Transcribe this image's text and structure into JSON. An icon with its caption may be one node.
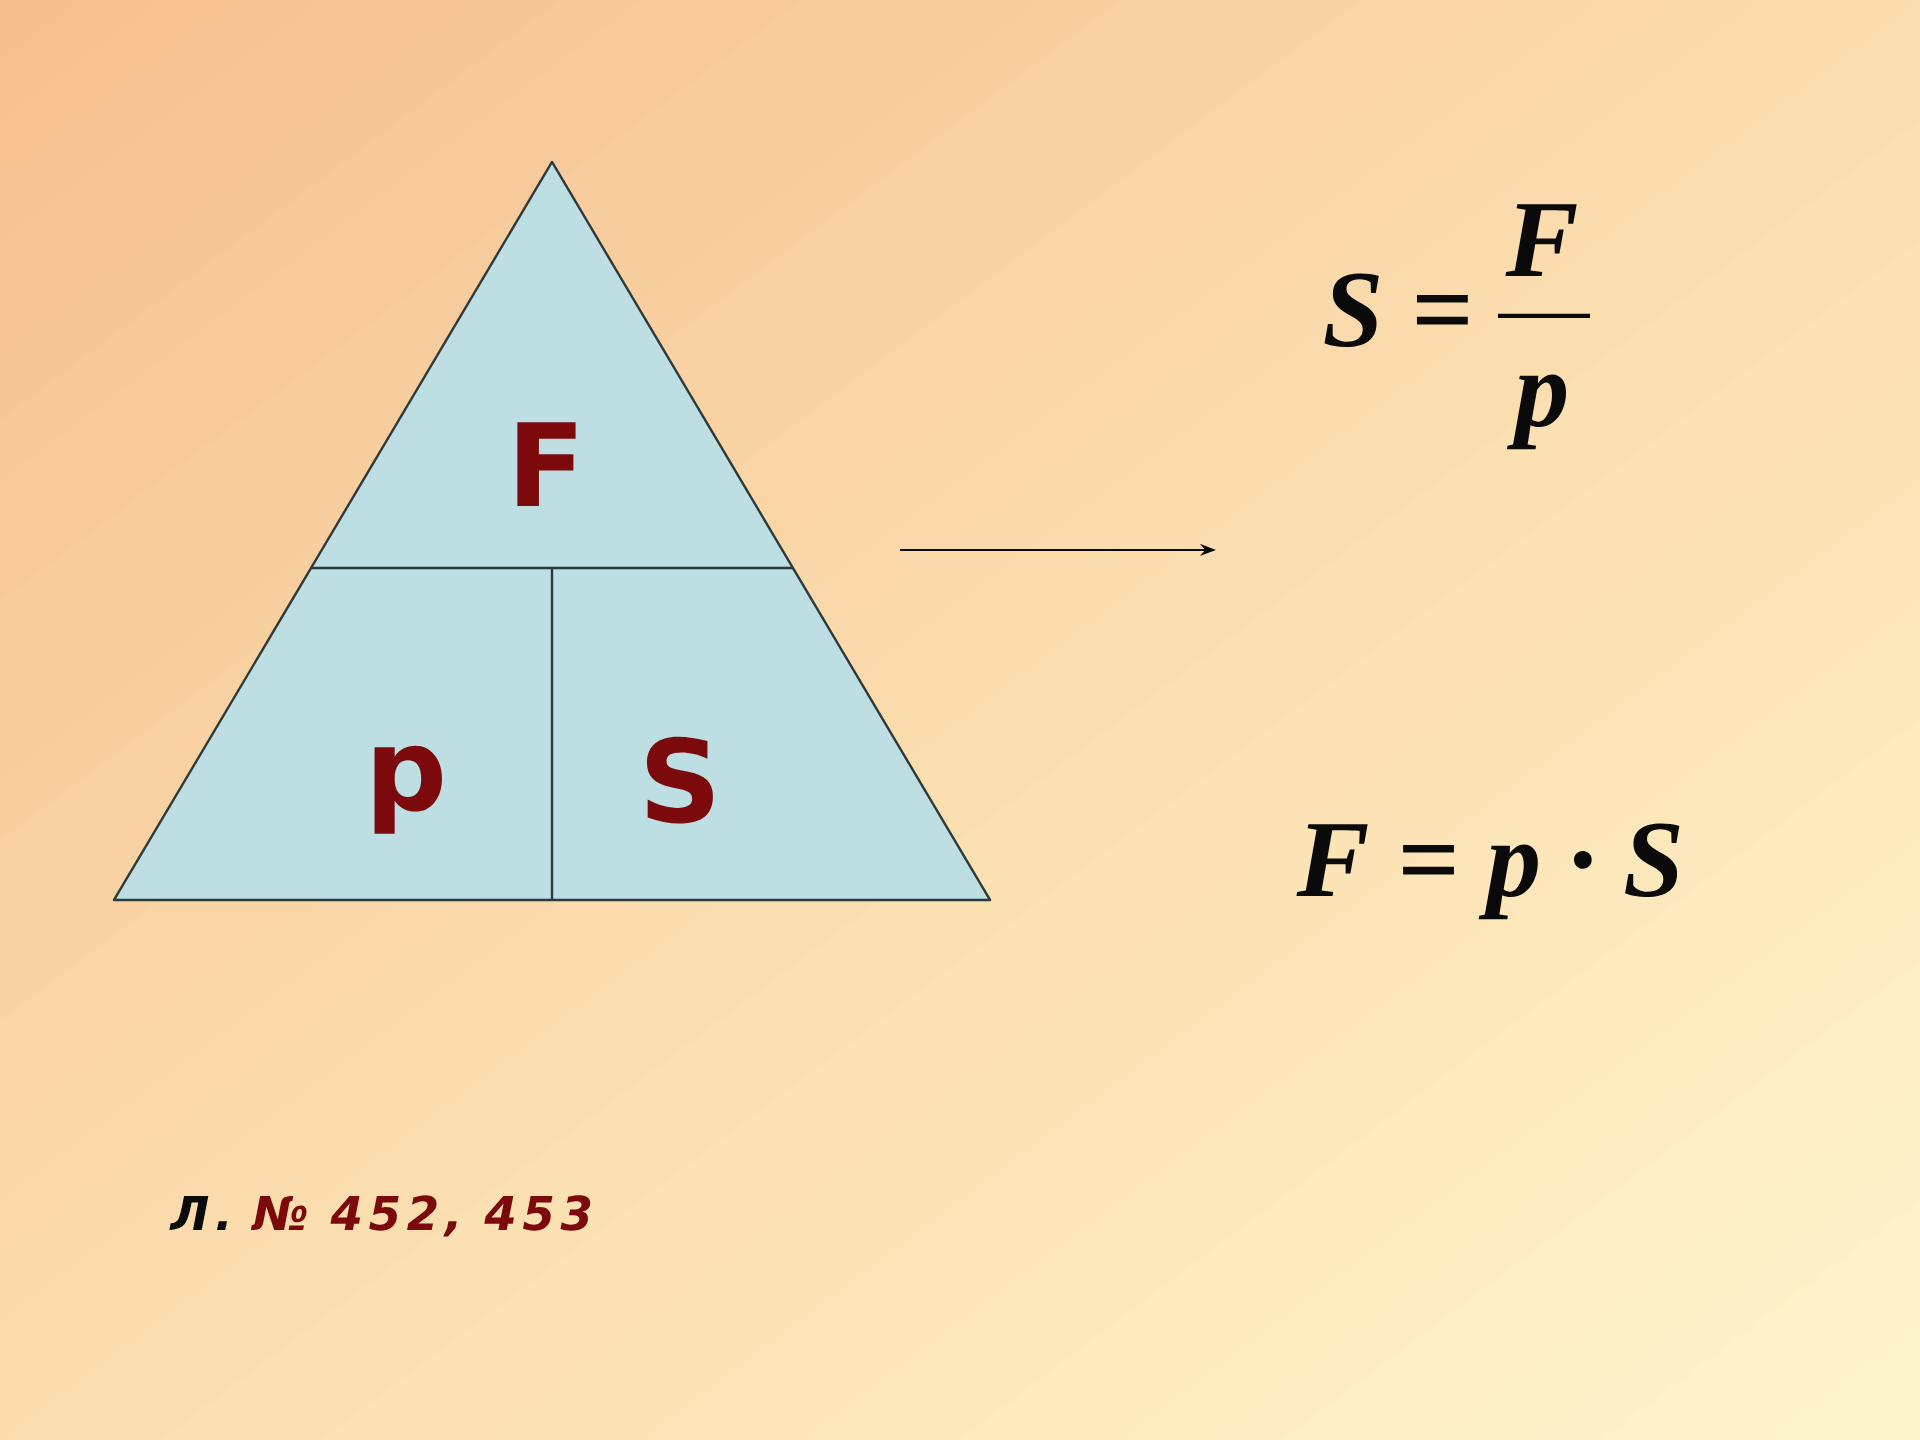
{
  "diagram": {
    "nodes": [
      {
        "text": [
          "F",
          "p",
          "S"
        ]
      }
    ],
    "labels": [
      "S =",
      "F",
      "p",
      "F = p · S",
      "Л.",
      "№ 452, 453"
    ]
  }
}
